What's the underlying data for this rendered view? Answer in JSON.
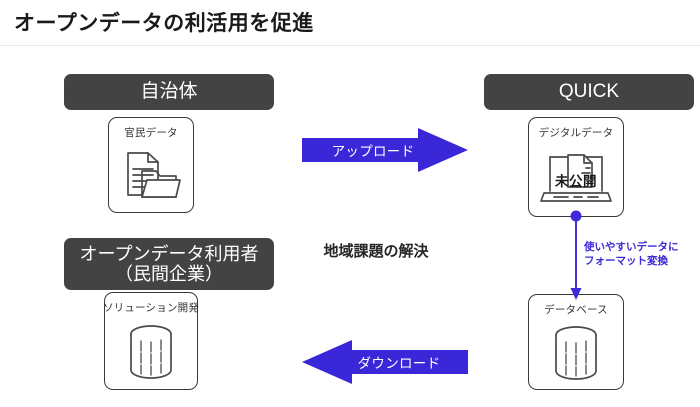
{
  "page": {
    "title": "オープンデータの利活用を促進"
  },
  "theme": {
    "header_pill_bg": "#434343",
    "header_pill_text": "#ffffff",
    "arrow_fill": "#3a28d8",
    "arrow_text": "#ffffff",
    "connector_color": "#3d2ad6",
    "card_border": "#3a3a3a",
    "background": "#ffffff",
    "title_text": "#1a1a1a"
  },
  "columns": {
    "left_top": {
      "header": "自治体",
      "card": {
        "label": "官民データ",
        "icon": "folder-documents-icon"
      }
    },
    "right_top": {
      "header": "QUICK",
      "card": {
        "label": "デジタルデータ",
        "icon": "laptop-document-icon",
        "badge": "未公開"
      }
    },
    "left_bottom": {
      "header_lines": [
        "オープンデータ利用者",
        "（民間企業）"
      ],
      "card": {
        "label": "ソリューション開発",
        "icon": "database-cylinder-icon"
      }
    },
    "right_bottom": {
      "card": {
        "label": "データベース",
        "icon": "database-cylinder-icon"
      }
    }
  },
  "arrows": {
    "upload": {
      "label": "アップロード",
      "direction": "right"
    },
    "download": {
      "label": "ダウンロード",
      "direction": "left"
    },
    "convert": {
      "lines": [
        "使いやすいデータに",
        "フォーマット変換"
      ],
      "direction": "down"
    }
  },
  "center_caption": "地域課題の解決"
}
